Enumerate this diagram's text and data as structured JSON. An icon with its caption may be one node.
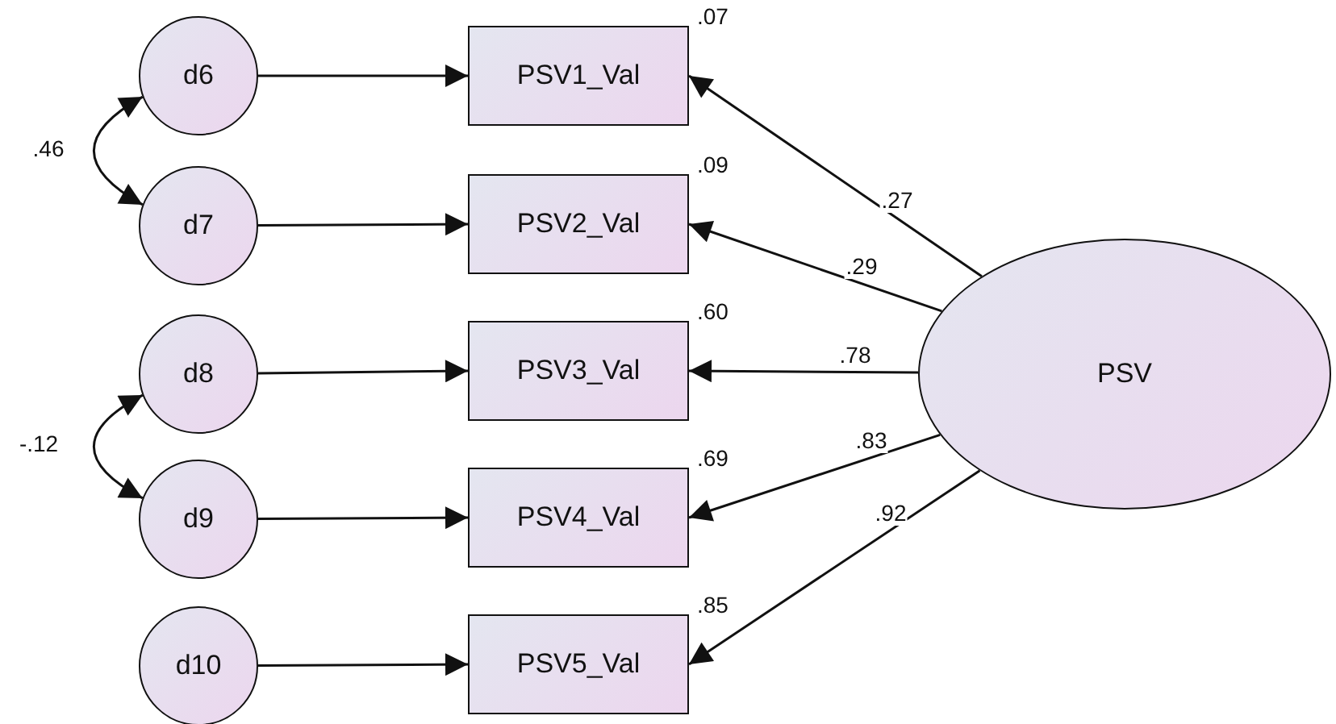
{
  "diagram": {
    "nodes": [
      {
        "text": [
          "d6"
        ]
      },
      {
        "text": [
          "d7"
        ]
      },
      {
        "text": [
          "d8"
        ]
      },
      {
        "text": [
          "d9"
        ]
      },
      {
        "text": [
          "d10"
        ]
      },
      {
        "text": [
          "PSV1_Val"
        ],
        "beside": [
          ".07"
        ]
      },
      {
        "text": [
          "PSV2_Val"
        ],
        "beside": [
          ".09"
        ]
      },
      {
        "text": [
          "PSV3_Val"
        ],
        "beside": [
          ".60"
        ]
      },
      {
        "text": [
          "PSV4_Val"
        ],
        "beside": [
          ".69"
        ]
      },
      {
        "text": [
          "PSV5_Val"
        ],
        "beside": [
          ".85"
        ]
      },
      {
        "text": [
          "PSV"
        ]
      }
    ],
    "edges": [
      {
        "from": 0,
        "to": 5,
        "arrow": "to"
      },
      {
        "from": 1,
        "to": 6,
        "arrow": "to"
      },
      {
        "from": 2,
        "to": 7,
        "arrow": "to"
      },
      {
        "from": 3,
        "to": 8,
        "arrow": "to"
      },
      {
        "from": 4,
        "to": 9,
        "arrow": "to"
      },
      {
        "from": 10,
        "to": 5,
        "arrow": "to",
        "label": ".27"
      },
      {
        "from": 10,
        "to": 6,
        "arrow": "to",
        "label": ".29"
      },
      {
        "from": 10,
        "to": 7,
        "arrow": "to",
        "label": ".78"
      },
      {
        "from": 10,
        "to": 8,
        "arrow": "to",
        "label": ".83"
      },
      {
        "from": 10,
        "to": 9,
        "arrow": "to",
        "label": ".92"
      },
      {
        "from": 0,
        "to": 1,
        "arrow": "both",
        "label": ".46"
      },
      {
        "from": 2,
        "to": 3,
        "arrow": "both",
        "label": "-.12"
      }
    ]
  }
}
